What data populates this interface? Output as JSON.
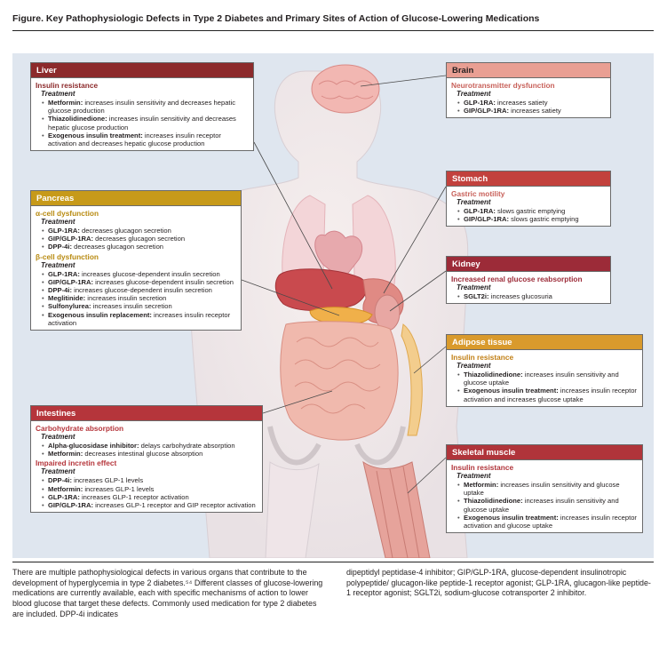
{
  "figure": {
    "title": "Figure. Key Pathophysiologic Defects in Type 2 Diabetes and Primary Sites of Action of Glucose-Lowering Medications"
  },
  "colors": {
    "liver": "#8c2a2b",
    "pancreas": "#c79a1a",
    "intestines": "#b5353b",
    "brain": "#e99f93",
    "stomach": "#c2413d",
    "kidney": "#9c2b38",
    "adipose": "#d99a2c",
    "skeletal": "#b0343a",
    "background": "#dfe6ef"
  },
  "boxes": {
    "liver": {
      "header": "Liver",
      "sections": [
        {
          "title": "Insulin resistance",
          "treatment": "Treatment",
          "items": [
            {
              "drug": "Metformin:",
              "text": " increases insulin sensitivity and decreases hepatic glucose production"
            },
            {
              "drug": "Thiazolidinedione:",
              "text": " increases insulin sensitivity and decreases hepatic glucose production"
            },
            {
              "drug": "Exogenous insulin treatment:",
              "text": " increases insulin receptor activation and decreases hepatic glucose production"
            }
          ]
        }
      ]
    },
    "pancreas": {
      "header": "Pancreas",
      "sections": [
        {
          "title": "α-cell dysfunction",
          "treatment": "Treatment",
          "items": [
            {
              "drug": "GLP-1RA:",
              "text": " decreases glucagon secretion"
            },
            {
              "drug": "GIP/GLP-1RA:",
              "text": " decreases glucagon secretion"
            },
            {
              "drug": "DPP-4i:",
              "text": " decreases glucagon secretion"
            }
          ]
        },
        {
          "title": "β-cell dysfunction",
          "treatment": "Treatment",
          "items": [
            {
              "drug": "GLP-1RA:",
              "text": " increases glucose-dependent insulin secretion"
            },
            {
              "drug": "GIP/GLP-1RA:",
              "text": " increases glucose-dependent insulin secretion"
            },
            {
              "drug": "DPP-4i:",
              "text": " increases glucose-dependent insulin secretion"
            },
            {
              "drug": "Meglitinide:",
              "text": " increases insulin secretion"
            },
            {
              "drug": "Sulfonylurea:",
              "text": " increases insulin secretion"
            },
            {
              "drug": "Exogenous insulin replacement:",
              "text": " increases insulin receptor activation"
            }
          ]
        }
      ]
    },
    "intestines": {
      "header": "Intestines",
      "sections": [
        {
          "title": "Carbohydrate absorption",
          "treatment": "Treatment",
          "items": [
            {
              "drug": "Alpha-glucosidase inhibitor:",
              "text": " delays carbohydrate absorption"
            },
            {
              "drug": "Metformin:",
              "text": " decreases intestinal glucose absorption"
            }
          ]
        },
        {
          "title": "Impaired incretin effect",
          "treatment": "Treatment",
          "items": [
            {
              "drug": "DPP-4i:",
              "text": " increases GLP-1 levels"
            },
            {
              "drug": "Metformin:",
              "text": " increases GLP-1 levels"
            },
            {
              "drug": "GLP-1RA:",
              "text": " increases GLP-1 receptor activation"
            },
            {
              "drug": "GIP/GLP-1RA:",
              "text": " increases GLP-1 receptor and GIP receptor activation"
            }
          ]
        }
      ]
    },
    "brain": {
      "header": "Brain",
      "sections": [
        {
          "title": "Neurotransmitter dysfunction",
          "treatment": "Treatment",
          "items": [
            {
              "drug": "GLP-1RA:",
              "text": " increases satiety"
            },
            {
              "drug": "GIP/GLP-1RA:",
              "text": " increases satiety"
            }
          ]
        }
      ]
    },
    "stomach": {
      "header": "Stomach",
      "sections": [
        {
          "title": "Gastric motility",
          "treatment": "Treatment",
          "items": [
            {
              "drug": "GLP-1RA:",
              "text": " slows gastric emptying"
            },
            {
              "drug": "GIP/GLP-1RA:",
              "text": " slows gastric emptying"
            }
          ]
        }
      ]
    },
    "kidney": {
      "header": "Kidney",
      "sections": [
        {
          "title": "Increased renal glucose reabsorption",
          "treatment": "Treatment",
          "items": [
            {
              "drug": "SGLT2i:",
              "text": " increases glucosuria"
            }
          ]
        }
      ]
    },
    "adipose": {
      "header": "Adipose tissue",
      "sections": [
        {
          "title": "Insulin resistance",
          "treatment": "Treatment",
          "items": [
            {
              "drug": "Thiazolidinedione:",
              "text": " increases insulin sensitivity and glucose uptake"
            },
            {
              "drug": "Exogenous insulin treatment:",
              "text": " increases insulin receptor activation and increases glucose uptake"
            }
          ]
        }
      ]
    },
    "skeletal": {
      "header": "Skeletal muscle",
      "sections": [
        {
          "title": "Insulin resistance",
          "treatment": "Treatment",
          "items": [
            {
              "drug": "Metformin:",
              "text": " increases insulin sensitivity and glucose uptake"
            },
            {
              "drug": "Thiazolidinedione:",
              "text": " increases insulin sensitivity and glucose uptake"
            },
            {
              "drug": "Exogenous insulin treatment:",
              "text": " increases insulin receptor activation and glucose uptake"
            }
          ]
        }
      ]
    }
  },
  "caption": {
    "left": "There are multiple pathophysiological defects in various organs that contribute to the development of hyperglycemia in type 2 diabetes.⁵⁴ Different classes of glucose-lowering medications are currently available, each with specific mechanisms of action to lower blood glucose that target these defects. Commonly used medication for type 2 diabetes are included. DPP-4i indicates",
    "right": "dipeptidyl peptidase-4 inhibitor; GIP/GLP-1RA, glucose-dependent insulinotropic polypeptide/ glucagon-like peptide-1 receptor agonist; GLP-1RA, glucagon-like peptide-1 receptor agonist; SGLT2i, sodium-glucose cotransporter 2 inhibitor."
  }
}
